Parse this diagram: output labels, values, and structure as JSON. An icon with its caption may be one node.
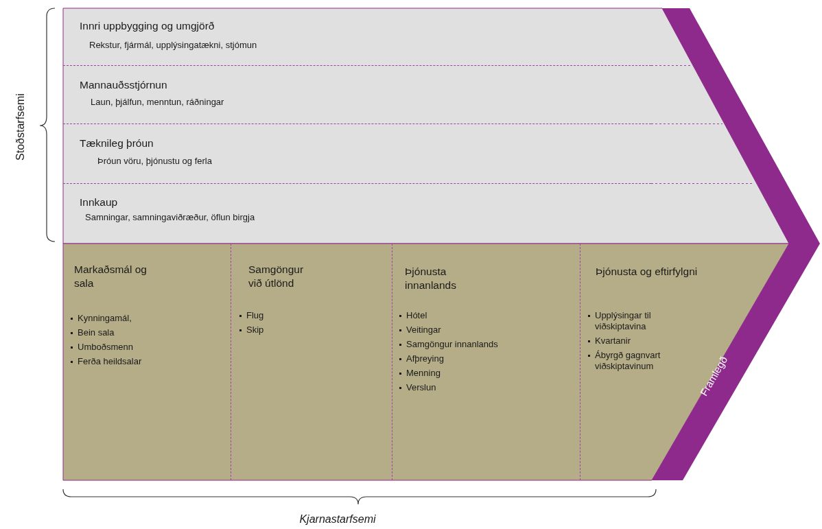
{
  "diagram": {
    "nodes": [
      {
        "text": [
          "Innri uppbygging og umgjörð",
          "Rekstur, fjármál, upplýsingatækni, stjómun"
        ]
      },
      {
        "text": [
          "Mannauðsstjórnun",
          "Laun, þjálfun, menntun, ráðningar"
        ]
      },
      {
        "text": [
          "Tæknileg þróun",
          "Þróun vöru, þjónustu og ferla"
        ]
      },
      {
        "text": [
          "Innkaup",
          "Samningar, samningaviðræður, öflun birgja"
        ]
      },
      {
        "text": [
          "Markaðsmál og sala",
          "Kynningamál,",
          "Bein sala",
          "Umboðsmenn",
          "Ferða heildsalar"
        ]
      },
      {
        "text": [
          "Samgöngur við útlönd",
          "Flug",
          "Skip"
        ]
      },
      {
        "text": [
          "Þjónusta innanlands",
          "Hótel",
          "Veitingar",
          "Samgöngur innanlands",
          "Afþreying",
          "Menning",
          "Verslun"
        ]
      },
      {
        "text": [
          "Þjónusta og eftirfylgni",
          "Upplýsingar til viðskiptavina",
          "Kvartanir",
          "Ábyrgð gagnvart viðskiptavinum"
        ]
      },
      {
        "text": [
          "Framlegð"
        ]
      }
    ],
    "labels": [
      "Stoðstarfsemi",
      "Kjarnastarfsemi"
    ]
  }
}
